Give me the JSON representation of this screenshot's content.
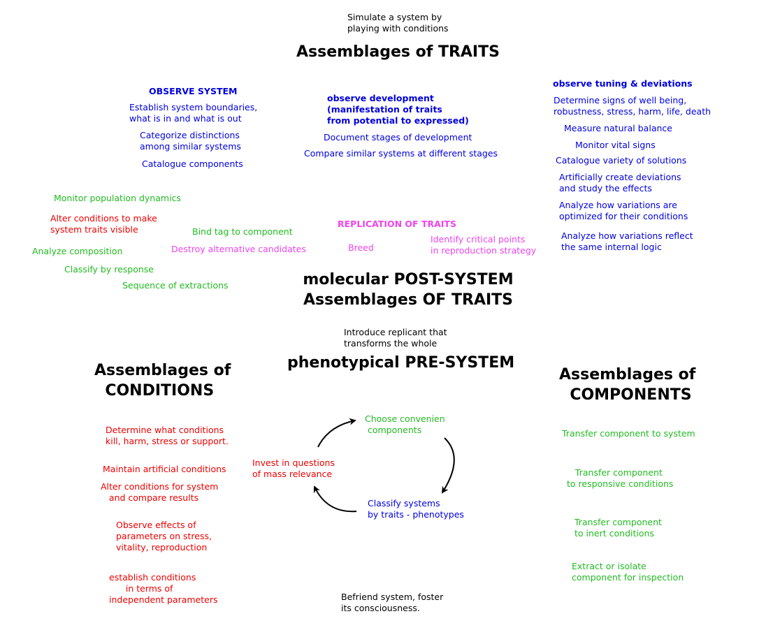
{
  "top": {
    "intro": "Simulate a system by\nplaying with conditions",
    "title": "Assemblages of TRAITS"
  },
  "observe_system": {
    "heading": "OBSERVE SYSTEM",
    "items": [
      "Establish system boundaries,\nwhat is in and what is out",
      "Categorize distinctions\namong similar systems",
      "Catalogue components"
    ]
  },
  "observe_development": {
    "heading": "observe development\n(manifestation of traits\nfrom potential to expressed)",
    "items": [
      "Document stages of development",
      "Compare similar systems at different stages"
    ]
  },
  "observe_tuning": {
    "heading": "observe tuning & deviations",
    "items": [
      "Determine signs of well being,\nrobustness, stress, harm, life, death",
      "Measure natural balance",
      "Monitor vital signs",
      "Catalogue variety of solutions",
      "Artificially create deviations\nand study the effects",
      "Analyze how variations are\noptimized for their conditions",
      "Analyze how variations reflect\nthe same internal logic"
    ]
  },
  "left_mixed": {
    "monitor_population": "Monitor population dynamics",
    "alter_conditions": "Alter conditions to make\nsystem traits visible",
    "bind_tag": "Bind tag to component",
    "analyze_composition": "Analyze composition",
    "classify_response": "Classify by response",
    "sequence_extractions": "Sequence of extractions"
  },
  "replication": {
    "heading": "REPLICATION OF TRAITS",
    "destroy": "Destroy alternative candidates",
    "breed": "Breed",
    "identify": "Identify critical points\nin reproduction strategy"
  },
  "center": {
    "post_system": "molecular POST-SYSTEM\nAssemblages OF TRAITS",
    "introduce": "Introduce replicant that\ntransforms the whole",
    "pre_system": "phenotypical PRE-SYSTEM",
    "befriend": "Befriend system, foster\nits consciousness."
  },
  "cycle": {
    "choose": "Choose convenien\n components",
    "classify": "Classify systems\nby traits - phenotypes",
    "invest": "Invest in questions\nof mass relevance"
  },
  "conditions": {
    "title": "Assemblages of\n  CONDITIONS",
    "items": [
      "Determine what conditions\nkill, harm, stress or support.",
      "Maintain artificial conditions",
      "Alter conditions for system\n   and compare results",
      "Observe effects of\nparameters on stress,\nvitality, reproduction",
      "establish conditions\n      in terms of\nindependent parameters"
    ]
  },
  "components": {
    "title": "Assemblages of\n  COMPONENTS",
    "items": [
      "Transfer component to system",
      "   Transfer component\nto responsive conditions",
      "Transfer component\nto inert conditions",
      "Extract or isolate\ncomponent for inspection"
    ]
  },
  "colors": {
    "observe": "#0000dd",
    "conditions": "#ee0000",
    "components": "#22bb22",
    "replication": "#ee44ee",
    "text": "#000000"
  }
}
